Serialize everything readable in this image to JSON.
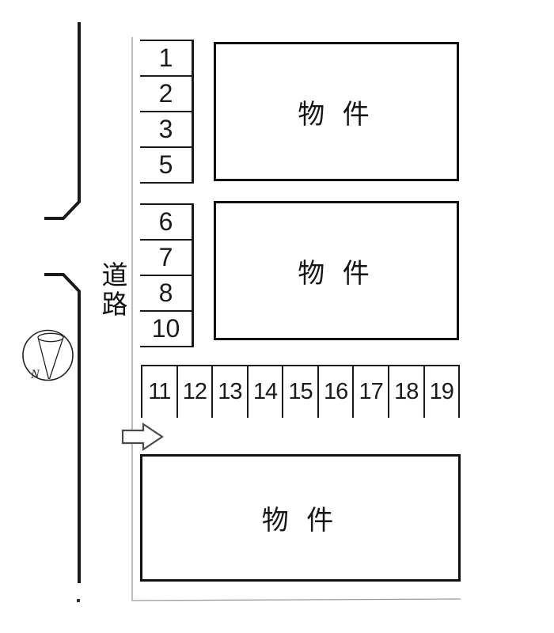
{
  "road": {
    "label": "道路"
  },
  "compass": {
    "north_label": "N"
  },
  "parking": {
    "column_a": [
      "1",
      "2",
      "3",
      "5"
    ],
    "column_b": [
      "6",
      "7",
      "8",
      "10"
    ],
    "row": [
      "11",
      "12",
      "13",
      "14",
      "15",
      "16",
      "17",
      "18",
      "19"
    ]
  },
  "buildings": {
    "top": "物 件",
    "middle": "物 件",
    "bottom": "物 件"
  },
  "colors": {
    "line": "#1a1a1a",
    "thin_boundary": "#9a9a9a",
    "arrow_outline": "#4a4a4a",
    "background": "#ffffff"
  }
}
